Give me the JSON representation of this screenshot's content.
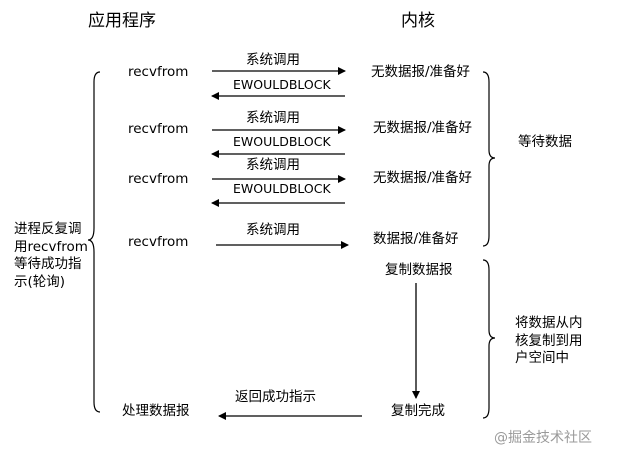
{
  "headers": {
    "app": "应用程序",
    "kernel": "内核"
  },
  "rows": [
    {
      "app": "recvfrom",
      "call": "系统调用",
      "reply": "EWOULDBLOCK",
      "kernel": "无数据报/准备好"
    },
    {
      "app": "recvfrom",
      "call": "系统调用",
      "reply": "EWOULDBLOCK",
      "kernel": "无数据报/准备好"
    },
    {
      "app": "recvfrom",
      "call": "系统调用",
      "reply": "EWOULDBLOCK",
      "kernel": "无数据报/准备好"
    },
    {
      "app": "recvfrom",
      "call": "系统调用",
      "kernel": "数据报/准备好"
    }
  ],
  "copy_start": "复制数据报",
  "copy_done": "复制完成",
  "return_label": "返回成功指示",
  "process_label": "处理数据报",
  "left_note": "进程反复调\n用recvfrom\n等待成功指\n示(轮询)",
  "wait_note": "等待数据",
  "copy_note": "将数据从内\n核复制到用\n户空间中",
  "watermark": "@掘金技术社区",
  "colors": {
    "ink": "#000000",
    "watermark": "#9a9a9a"
  }
}
